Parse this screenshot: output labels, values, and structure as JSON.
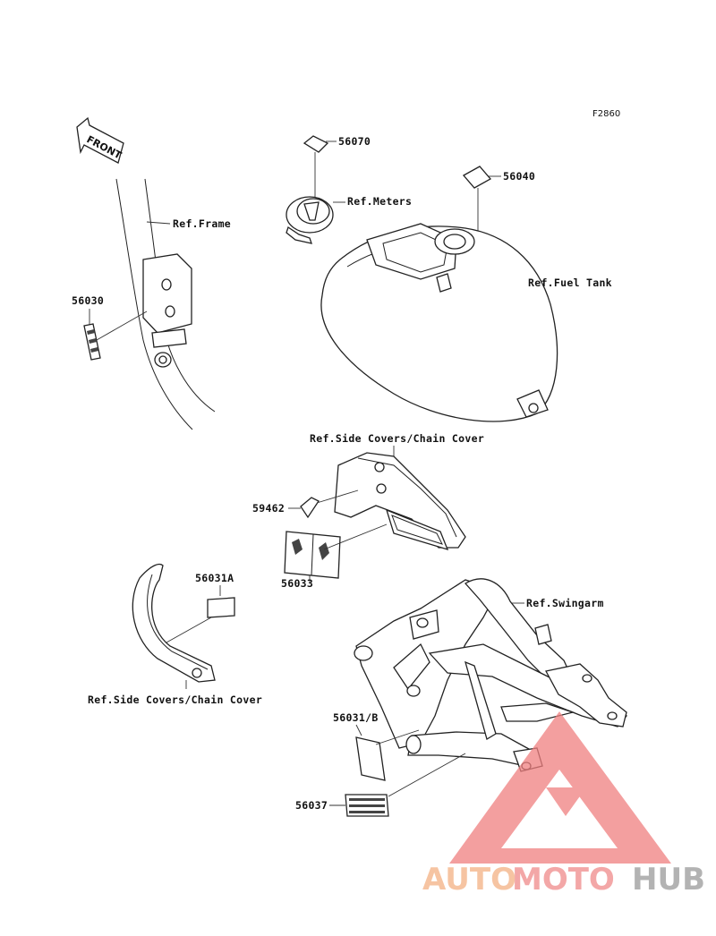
{
  "figure_code": "F2860",
  "front_label": "FRONT",
  "labels": {
    "ref_frame": "Ref.Frame",
    "ref_meters": "Ref.Meters",
    "ref_fuel_tank": "Ref.Fuel Tank",
    "ref_side_covers_top": "Ref.Side Covers/Chain Cover",
    "ref_side_covers_bottom": "Ref.Side Covers/Chain Cover",
    "ref_swingarm": "Ref.Swingarm"
  },
  "part_numbers": {
    "p56070": "56070",
    "p56040": "56040",
    "p56030": "56030",
    "p59462": "59462",
    "p56033": "56033",
    "p56031A": "56031A",
    "p56031B": "56031/B",
    "p56037": "56037"
  },
  "watermark": {
    "part1": "AUTO",
    "part2": "MOTO",
    "part3": "HUB",
    "color1": "#f4b183",
    "color2": "#f08a8a",
    "color3": "#9a9a9a",
    "triangle_color": "#f08080"
  }
}
